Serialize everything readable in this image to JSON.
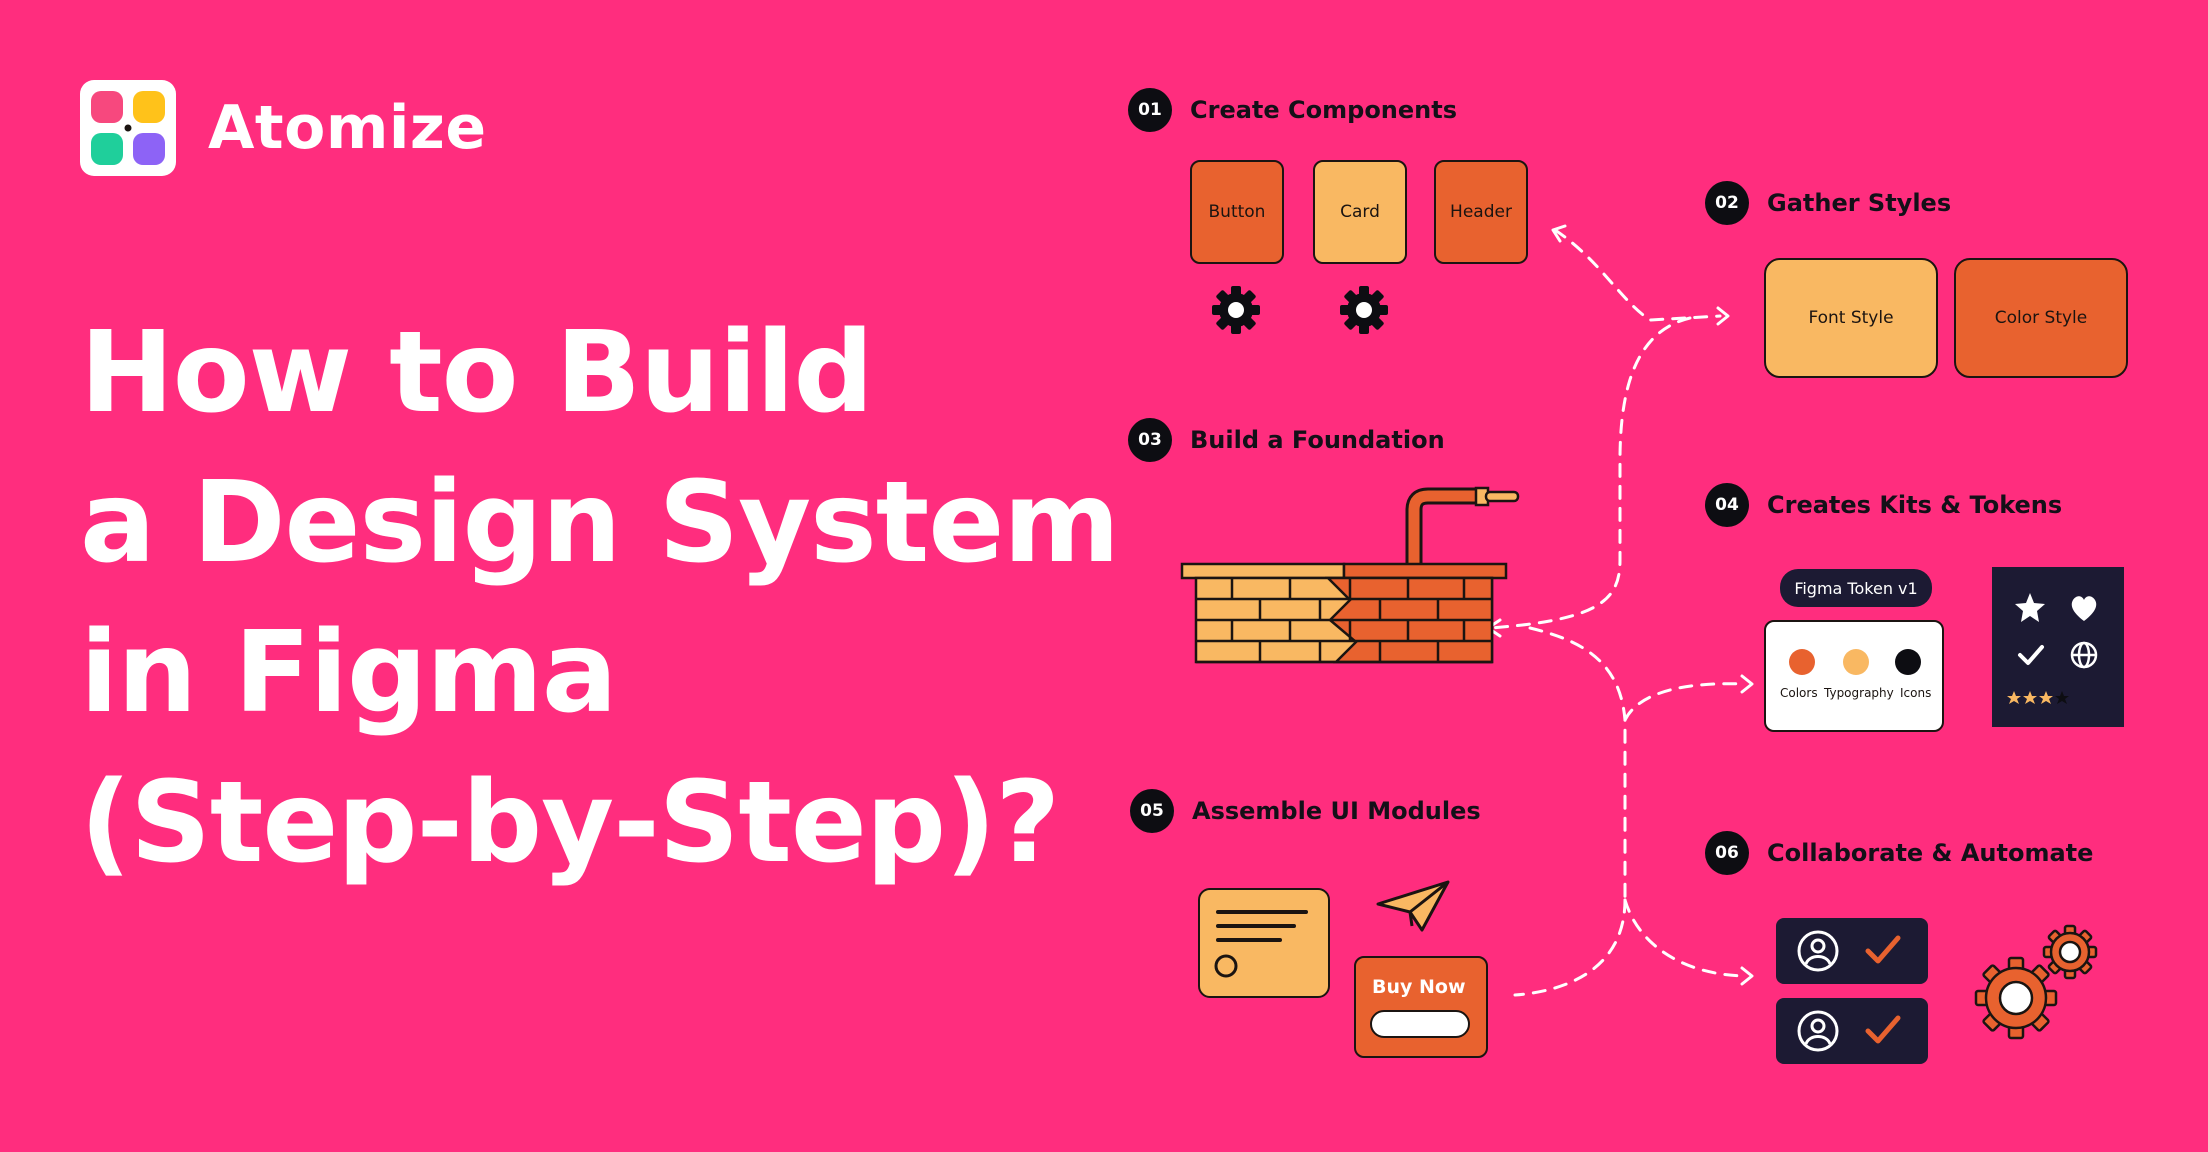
{
  "brand": {
    "name": "Atomize",
    "colors": [
      "#f7487e",
      "#ffc21a",
      "#1fcf9b",
      "#8d63f6"
    ]
  },
  "headline": {
    "lines": [
      "How to Build",
      "a Design System",
      "in Figma",
      "(Step-by-Step)?"
    ]
  },
  "steps": [
    {
      "num": "01",
      "title": "Create Components"
    },
    {
      "num": "02",
      "title": "Gather Styles"
    },
    {
      "num": "03",
      "title": "Build a Foundation"
    },
    {
      "num": "04",
      "title": "Creates Kits & Tokens"
    },
    {
      "num": "05",
      "title": "Assemble UI Modules"
    },
    {
      "num": "06",
      "title": "Collaborate & Automate"
    }
  ],
  "components": [
    "Button",
    "Card",
    "Header"
  ],
  "styles": [
    "Font Style",
    "Color Style"
  ],
  "tokens": {
    "pill": "Figma Token v1",
    "labels": [
      "Colors",
      "Typography",
      "Icons"
    ]
  },
  "modules": {
    "buy_label": "Buy Now"
  },
  "icons": [
    "gear-icon",
    "brick-wall-icon",
    "star-icon",
    "heart-icon",
    "check-icon",
    "globe-icon",
    "paper-plane-icon",
    "user-icon"
  ]
}
